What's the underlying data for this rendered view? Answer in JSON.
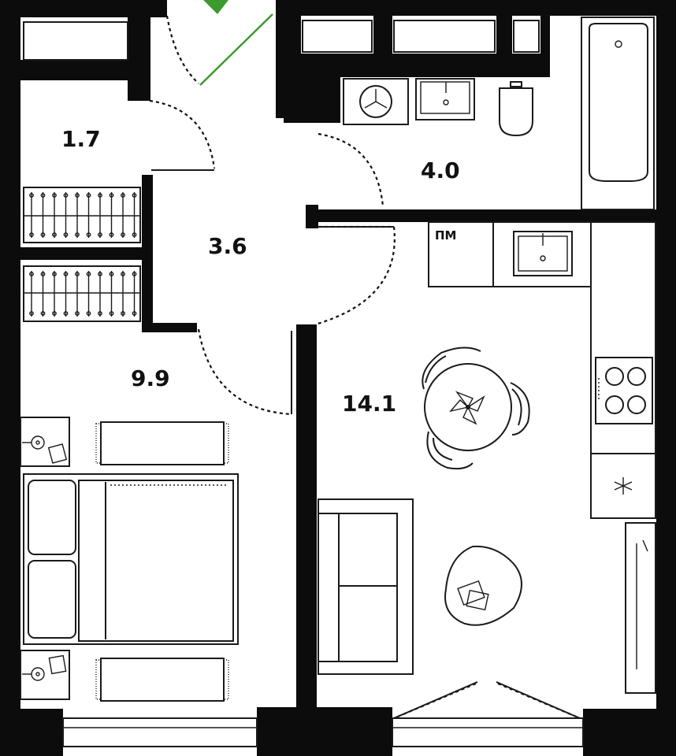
{
  "rooms": {
    "wardrobe": {
      "area": "1.7"
    },
    "hall": {
      "area": "3.6"
    },
    "bathroom": {
      "area": "4.0"
    },
    "bedroom": {
      "area": "9.9"
    },
    "living_kitchen": {
      "area": "14.1"
    }
  },
  "labels": {
    "dishwasher": "ПМ"
  },
  "colors": {
    "walls": "#0c0c0c",
    "accent_green": "#3d9a2e",
    "background": "#ffffff"
  },
  "icons": {
    "entrance": "green-arrow-icon",
    "washer": "washing-machine-icon",
    "hob": "cooktop-icon",
    "fridge": "snowflake-icon"
  }
}
